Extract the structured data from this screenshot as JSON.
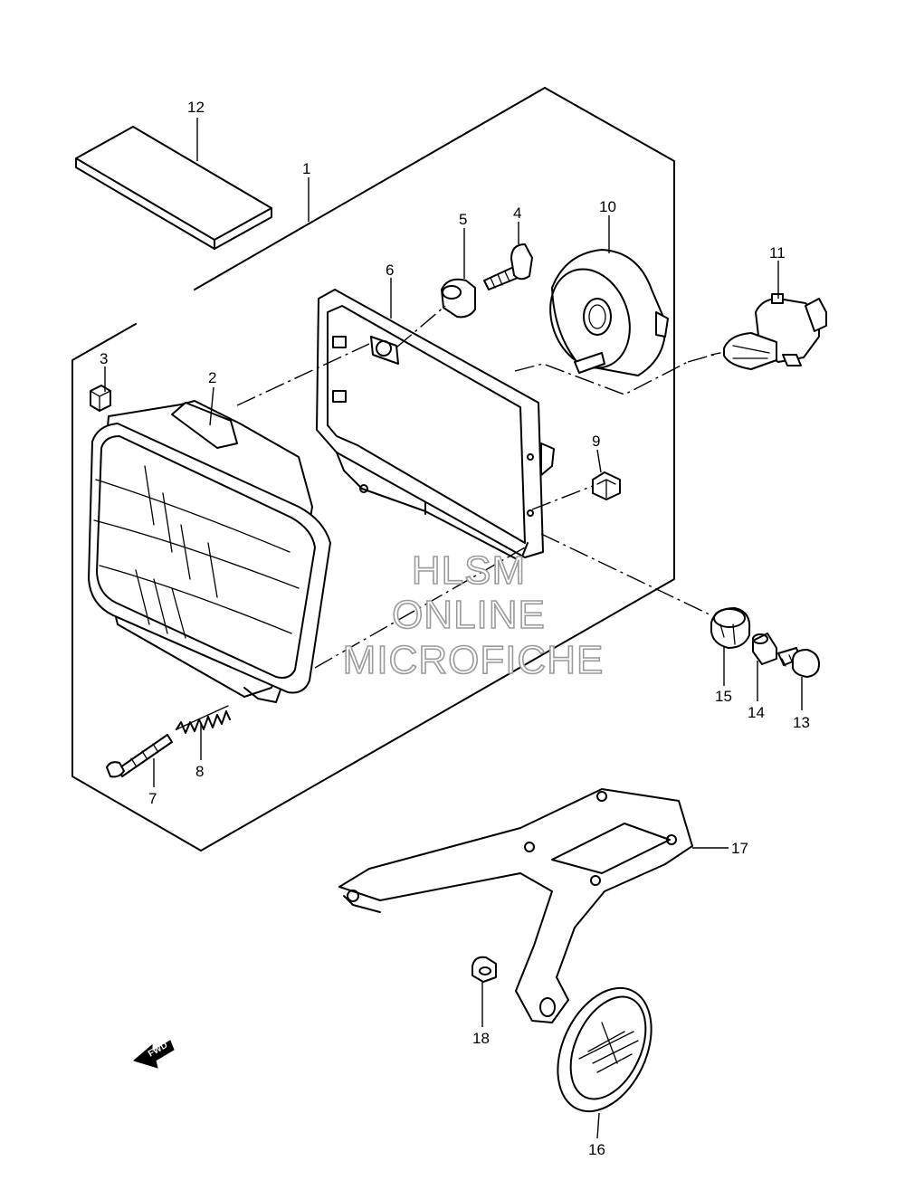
{
  "callouts": [
    {
      "id": "c1",
      "label": "1"
    },
    {
      "id": "c2",
      "label": "2"
    },
    {
      "id": "c3",
      "label": "3"
    },
    {
      "id": "c4",
      "label": "4"
    },
    {
      "id": "c5",
      "label": "5"
    },
    {
      "id": "c6",
      "label": "6"
    },
    {
      "id": "c7",
      "label": "7"
    },
    {
      "id": "c8",
      "label": "8"
    },
    {
      "id": "c9",
      "label": "9"
    },
    {
      "id": "c10",
      "label": "10"
    },
    {
      "id": "c11",
      "label": "11"
    },
    {
      "id": "c12",
      "label": "12"
    },
    {
      "id": "c13",
      "label": "13"
    },
    {
      "id": "c14",
      "label": "14"
    },
    {
      "id": "c15",
      "label": "15"
    },
    {
      "id": "c16",
      "label": "16"
    },
    {
      "id": "c17",
      "label": "17"
    },
    {
      "id": "c18",
      "label": "18"
    }
  ],
  "watermark": {
    "line1": "HLSM",
    "line2": "ONLINE",
    "line3": "MICROFICHE"
  },
  "direction_arrow": {
    "label": "FWD"
  }
}
